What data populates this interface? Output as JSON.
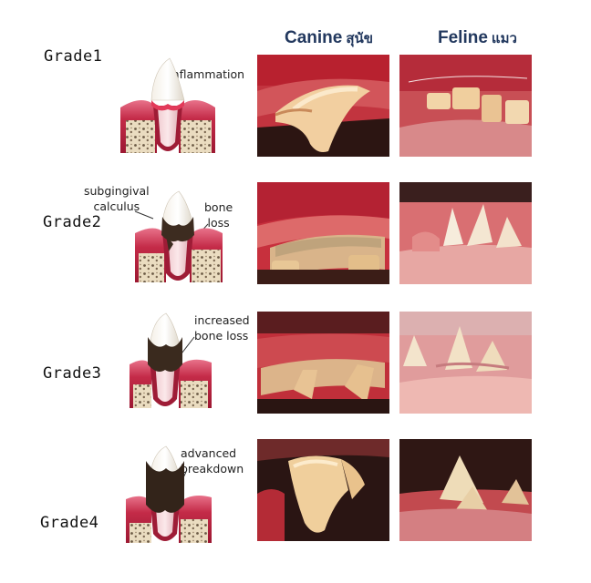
{
  "columns": {
    "canine": {
      "title": "Canine",
      "thai": "สุนัข"
    },
    "feline": {
      "title": "Feline",
      "thai": "แมว"
    }
  },
  "grades": [
    {
      "label": "Grade1",
      "annotations": [
        "Inflammation"
      ]
    },
    {
      "label": "Grade2",
      "annotations": [
        "subgingival\ncalculus",
        "bone\nloss"
      ]
    },
    {
      "label": "Grade3",
      "annotations": [
        "increased\nbone loss"
      ]
    },
    {
      "label": "Grade4",
      "annotations": [
        "advanced\nbreakdown"
      ]
    }
  ],
  "colors": {
    "header": "#22385e",
    "gum": "#b8243f",
    "bone": "#e9dcc0",
    "tartar": "#3a2a1e"
  }
}
